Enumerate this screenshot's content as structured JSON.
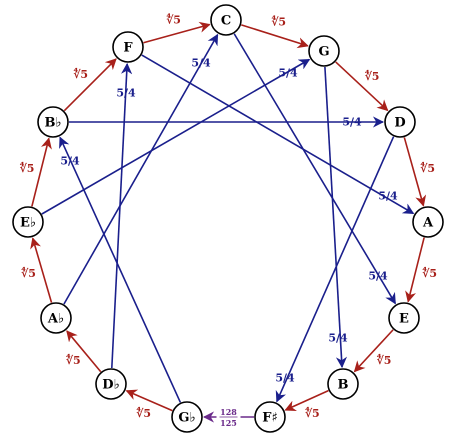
{
  "colors": {
    "fifth": "#a8201a",
    "third": "#1a1f8c",
    "comma": "#6a2a8a",
    "node_stroke": "#000000",
    "node_fill": "#ffffff"
  },
  "nodes": [
    {
      "id": "C",
      "label": "C"
    },
    {
      "id": "G",
      "label": "G"
    },
    {
      "id": "D",
      "label": "D"
    },
    {
      "id": "A",
      "label": "A"
    },
    {
      "id": "E",
      "label": "E"
    },
    {
      "id": "B",
      "label": "B"
    },
    {
      "id": "Fs",
      "label": "F♯"
    },
    {
      "id": "Gb",
      "label": "G♭"
    },
    {
      "id": "Db",
      "label": "D♭"
    },
    {
      "id": "Ab",
      "label": "A♭"
    },
    {
      "id": "Eb",
      "label": "E♭"
    },
    {
      "id": "Bb",
      "label": "B♭"
    },
    {
      "id": "F",
      "label": "F"
    }
  ],
  "fifth_edges": [
    {
      "from": "C",
      "to": "G",
      "label": "∜5"
    },
    {
      "from": "G",
      "to": "D",
      "label": "∜5"
    },
    {
      "from": "D",
      "to": "A",
      "label": "∜5"
    },
    {
      "from": "A",
      "to": "E",
      "label": "∜5"
    },
    {
      "from": "E",
      "to": "B",
      "label": "∜5"
    },
    {
      "from": "B",
      "to": "Fs",
      "label": "∜5"
    },
    {
      "from": "Gb",
      "to": "Db",
      "label": "∜5"
    },
    {
      "from": "Db",
      "to": "Ab",
      "label": "∜5"
    },
    {
      "from": "Ab",
      "to": "Eb",
      "label": "∜5"
    },
    {
      "from": "Eb",
      "to": "Bb",
      "label": "∜5"
    },
    {
      "from": "Bb",
      "to": "F",
      "label": "∜5"
    },
    {
      "from": "F",
      "to": "C",
      "label": "∜5"
    }
  ],
  "comma_edge": {
    "from": "Fs",
    "to": "Gb",
    "numerator": "128",
    "denominator": "125"
  },
  "third_edges": [
    {
      "from": "Bb",
      "to": "D",
      "label": "5/4"
    },
    {
      "from": "D",
      "to": "Fs",
      "label": "5/4"
    },
    {
      "from": "F",
      "to": "A",
      "label": "5/4"
    },
    {
      "from": "C",
      "to": "E",
      "label": "5/4"
    },
    {
      "from": "G",
      "to": "B",
      "label": "5/4"
    },
    {
      "from": "Db",
      "to": "F",
      "label": "5/4"
    },
    {
      "from": "Ab",
      "to": "C",
      "label": "5/4"
    },
    {
      "from": "Eb",
      "to": "G",
      "label": "5/4"
    },
    {
      "from": "Gb",
      "to": "Bb",
      "label": "5/4"
    }
  ]
}
